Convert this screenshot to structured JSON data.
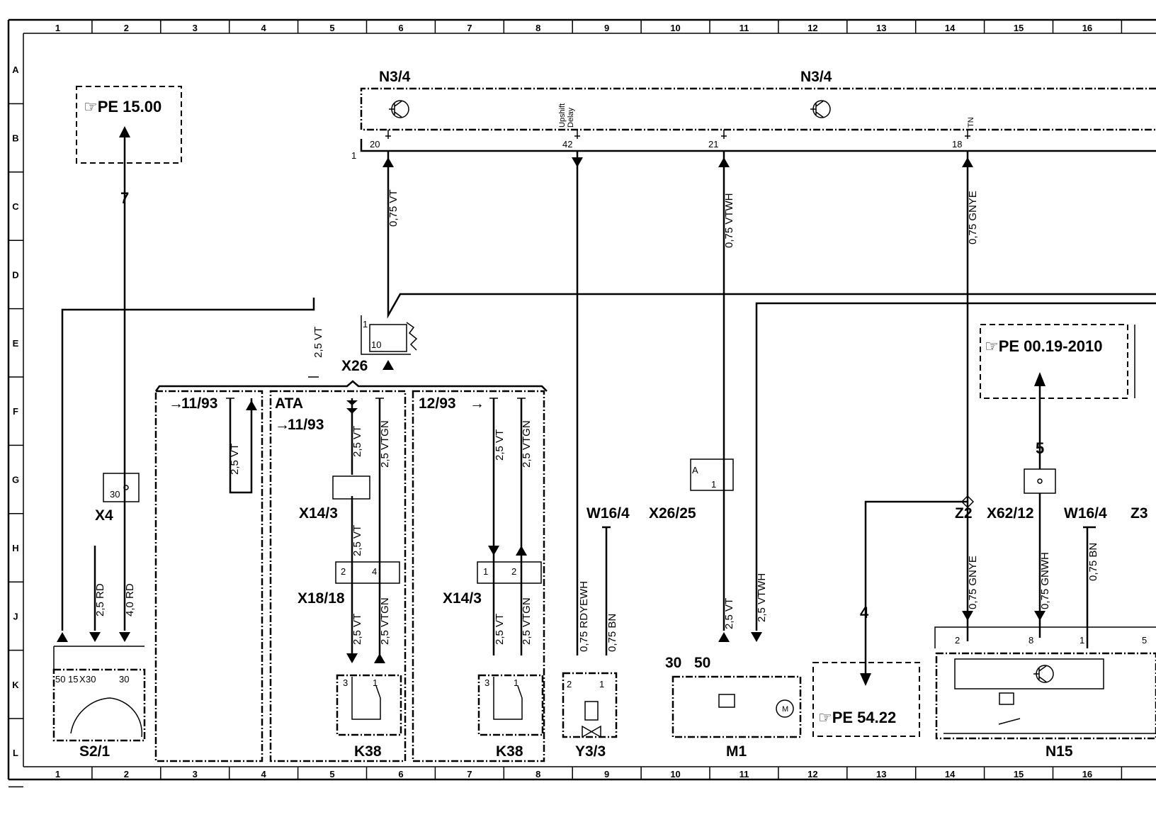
{
  "grid": {
    "columns": [
      "1",
      "2",
      "3",
      "4",
      "5",
      "6",
      "7",
      "8",
      "9",
      "10",
      "11",
      "12",
      "13",
      "14",
      "15",
      "16"
    ],
    "rows": [
      "A",
      "B",
      "C",
      "D",
      "E",
      "F",
      "G",
      "H",
      "J",
      "K",
      "L"
    ]
  },
  "components": {
    "n3_4_left": "N3/4",
    "n3_4_right": "N3/4",
    "x26": "X26",
    "x4": "X4",
    "s2_1": "S2/1",
    "x14_3_a": "X14/3",
    "x18_18": "X18/18",
    "x14_3_b": "X14/3",
    "k38_a": "K38",
    "k38_b": "K38",
    "w16_4_a": "W16/4",
    "y3_3": "Y3/3",
    "x26_25": "X26/25",
    "m1": "M1",
    "z2": "Z2",
    "x62_12": "X62/12",
    "w16_4_b": "W16/4",
    "z3": "Z3",
    "n15": "N15"
  },
  "references": {
    "pe_15": "☞PE 15.00",
    "pe_00_19": "☞PE 00.19-2010",
    "pe_54_22": "☞PE 54.22"
  },
  "arrow_numbers": {
    "n7": "7",
    "n5": "5",
    "n4": "4"
  },
  "variants": {
    "v1": "11/93",
    "ata": "ATA",
    "v2": "11/93",
    "v3": "12/93"
  },
  "ecu": {
    "upshift": "Upshift",
    "delay": "Delay",
    "tn": "TN",
    "pin20": "20",
    "pin42": "42",
    "pin21": "21",
    "pin18": "18",
    "bus_one": "1"
  },
  "wires": {
    "w_075_vt": "0,75 VT",
    "w_075_vtwh": "0,75 VTWH",
    "w_075_gnye": "0,75 GNYE",
    "w_25_vt_x26": "2,5 VT",
    "w_25_vt_f3": "2,5 VT",
    "w_25_vt_ata": "2,5 VT",
    "w_25_vtgn_ata": "2,5 VTGN",
    "w_25_vt_x14": "2,5 VT",
    "w_25_vt_x18": "2,5 VT",
    "w_25_vtgn_x18": "2,5 VTGN",
    "w_25_vt_g7": "2,5 VT",
    "w_25_vtgn_g8": "2,5 VTGN",
    "w_25_vt_j7": "2,5 VT",
    "w_25_vtgn_j8": "2,5 VTGN",
    "w_25_rd": "2,5 RD",
    "w_40_rd": "4,0 RD",
    "w_075_rdyewh": "0,75 RDYEWH",
    "w_075_bn_y33": "0,75 BN",
    "w_25_vt_m1": "2,5 VT",
    "w_25_vtwh_m1": "2,5 VTWH",
    "w_075_gnye_n15": "0,75 GNYE",
    "w_075_gnwh": "0,75 GNWH",
    "w_075_bn_n15": "0,75 BN"
  },
  "pins": {
    "x26_1": "1",
    "x26_10": "10",
    "x4_30": "30",
    "s2_50": "50",
    "s2_15": "15",
    "s2_x": "X",
    "s2_30a": "30",
    "s2_30b": "30",
    "x18_2": "2",
    "x18_4": "4",
    "k38a_3": "3",
    "k38a_1": "1",
    "x14b_1": "1",
    "x14b_2": "2",
    "k38b_3": "3",
    "k38b_1": "1",
    "y33_2": "2",
    "y33_1": "1",
    "x2625_a": "A",
    "x2625_1": "1",
    "m1_30": "30",
    "m1_50": "50",
    "n15_2": "2",
    "n15_8": "8",
    "n15_1": "1",
    "n15_5": "5"
  }
}
